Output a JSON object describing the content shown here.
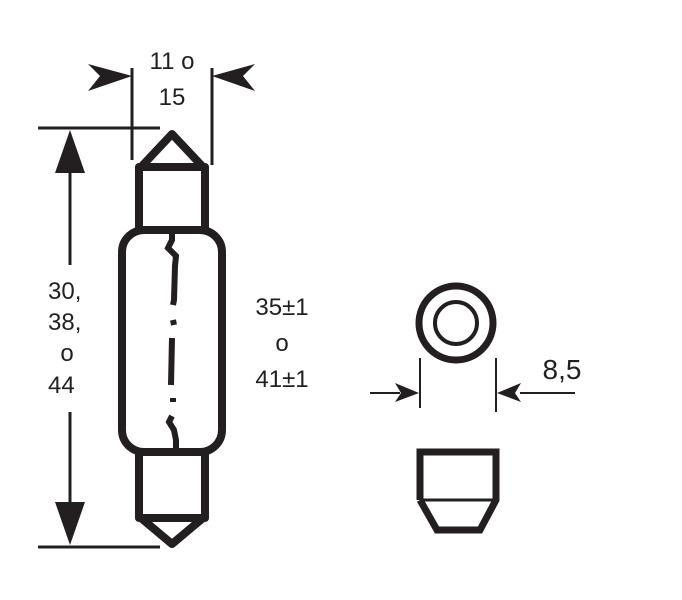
{
  "diagram": {
    "type": "technical-drawing",
    "subject": "festoon bulb (C5W style) dimensional drawing",
    "colors": {
      "ink": "#231f20",
      "background": "#ffffff"
    },
    "labels": {
      "width_line1": "11 o",
      "width_line2": "15",
      "length_line1": "30,",
      "length_line2": "38,",
      "length_line3": "o",
      "length_line4": "44",
      "body_line1": "35±1",
      "body_line2": "o",
      "body_line3": "41±1",
      "cap_diameter": "8,5"
    },
    "views": [
      {
        "name": "side-view",
        "description": "festoon bulb with pointed caps and zigzag filament"
      },
      {
        "name": "end-view",
        "description": "concentric circles representing cap end"
      },
      {
        "name": "cap-profile",
        "description": "cap side profile with tapered tip"
      }
    ]
  }
}
